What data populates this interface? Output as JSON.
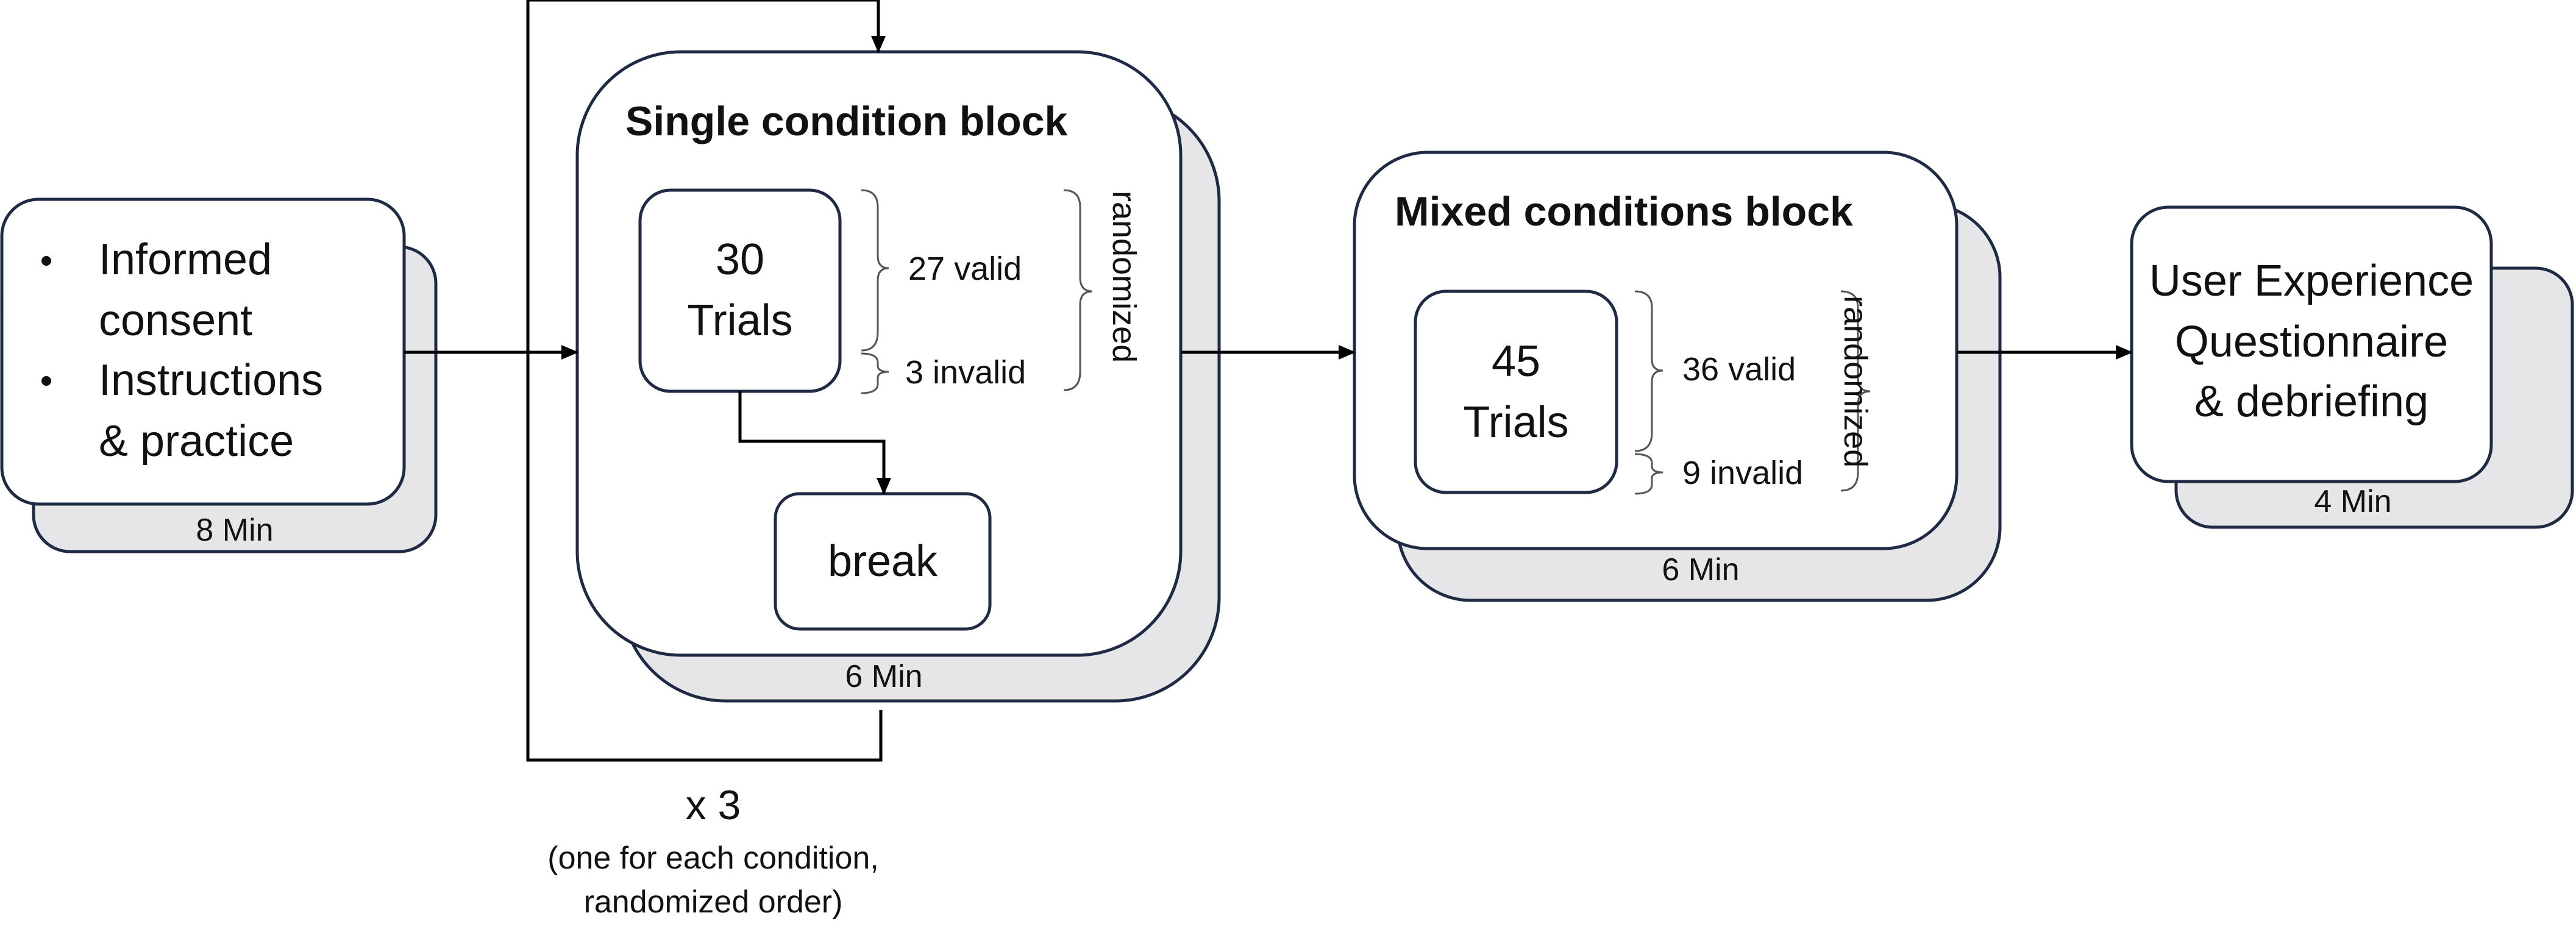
{
  "intro": {
    "bullets": [
      "Informed consent",
      "Instructions & practice"
    ],
    "bullet_line1_a": "Informed",
    "bullet_line1_b": "consent",
    "bullet_line2_a": "Instructions",
    "bullet_line2_b": "& practice",
    "duration": "8 Min"
  },
  "single_block": {
    "title": "Single condition block",
    "trials_count": "30",
    "trials_label": "Trials",
    "valid": "27 valid",
    "invalid": "3 invalid",
    "randomized": "randomized",
    "break_label": "break",
    "duration": "6 Min",
    "repeat": "x 3",
    "repeat_note_line1": "(one for each condition,",
    "repeat_note_line2": "randomized order)"
  },
  "mixed_block": {
    "title": "Mixed conditions block",
    "trials_count": "45",
    "trials_label": "Trials",
    "valid": "36 valid",
    "invalid": "9 invalid",
    "randomized": "randomized",
    "duration": "6 Min"
  },
  "ueq": {
    "line1": "User Experience",
    "line2": "Questionnaire",
    "line3": "& debriefing",
    "duration": "4 Min"
  },
  "colors": {
    "stroke": "#1f2a44",
    "shadow_fill": "#e6e6e8",
    "box_fill": "#ffffff",
    "bracket": "#555555"
  }
}
